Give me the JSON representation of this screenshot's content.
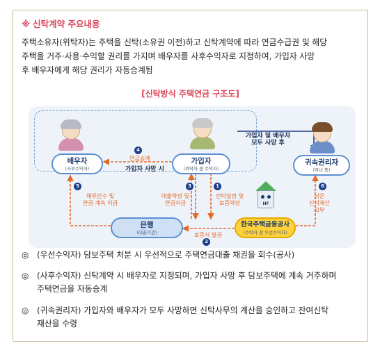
{
  "section": {
    "title_mark": "※",
    "title": "신탁계약 주요내용"
  },
  "intro": {
    "lines": [
      "주택소유자(위탁자)는 주택을 신탁(소유권 이전)하고 신탁계약에 따라 연금수급권 및 해당",
      "주택을 거주·사용·수익할 권리를 가지며 배우자를 사후수익자로 지정하여, 가입자 사망",
      "후 배우자에게 해당 권리가 자동승계됨"
    ]
  },
  "diagram": {
    "title": "[신탁방식 주택연금 구조도]",
    "nodes": {
      "spouse": {
        "label": "배우자",
        "sub": "(사후수익자)"
      },
      "subscriber": {
        "label": "가입자",
        "sub": "(위탁자 겸 수익자)"
      },
      "heir": {
        "label": "귀속권리자",
        "sub": "(자녀 등)"
      },
      "bank": {
        "label": "은행",
        "sub": "(대출기관)"
      },
      "hf": {
        "label": "한국주택금융공사",
        "sub": "(수탁자 겸 우선수익자)"
      }
    },
    "labels": {
      "succession": "연금승계",
      "on_death": "가입자 사망 시",
      "both_dead": "가입자 및 배우자\n모두 사망 후",
      "step5": "채무인수 및\n연금 계속 지급",
      "step3": "대출약정 및\n연금지급",
      "step1": "신탁설정 및\n보증약정",
      "step6": "남은\n신탁재산\n교부",
      "step2": "보증서 발급",
      "hf_badge": "HF"
    },
    "numbers": {
      "n1": "1",
      "n2": "2",
      "n3": "3",
      "n4": "4",
      "n5": "5",
      "n6": "6"
    },
    "colors": {
      "accent": "#d9475b",
      "arrow_orange": "#e26b2c",
      "arrow_blue": "#1d3d8a",
      "hf_yellow": "#ffd23c"
    }
  },
  "bullets": [
    {
      "symbol": "◎",
      "lines": [
        "(우선수익자) 담보주택 처분 시 우선적으로 주택연금대출 채권을 회수(공사)"
      ]
    },
    {
      "symbol": "◎",
      "lines": [
        "(사후수익자) 신탁계약 시 배우자로 지정되며, 가입자 사망 후 담보주택에 계속 거주하며",
        "주택연금을 자동승계"
      ]
    },
    {
      "symbol": "◎",
      "lines": [
        "(귀속권리자) 가입자와 배우자가 모두 사망하면 신탁사무의 계산을 승인하고 잔여신탁",
        "재산을 수령"
      ]
    }
  ]
}
